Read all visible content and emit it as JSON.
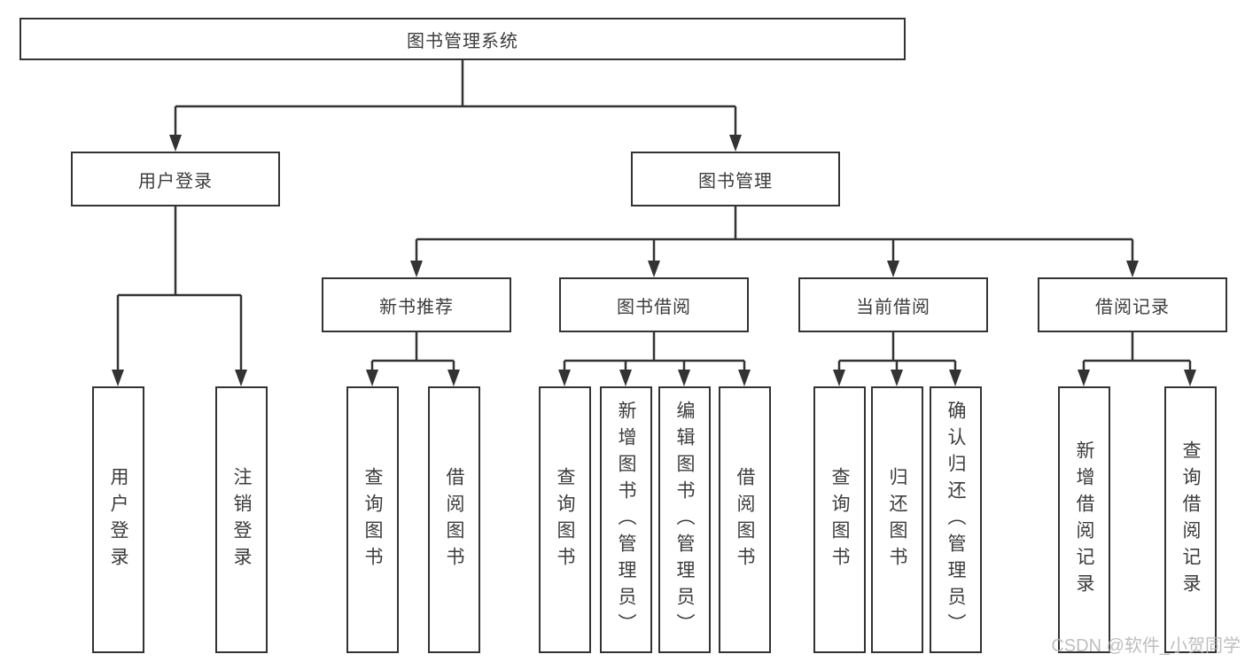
{
  "diagram": {
    "root": {
      "label": "图书管理系统",
      "children": [
        {
          "label": "用户登录",
          "children": [
            {
              "label": "用户登录"
            },
            {
              "label": "注销登录"
            }
          ]
        },
        {
          "label": "图书管理",
          "children": [
            {
              "label": "新书推荐",
              "children": [
                {
                  "label": "查询图书"
                },
                {
                  "label": "借阅图书"
                }
              ]
            },
            {
              "label": "图书借阅",
              "children": [
                {
                  "label": "查询图书"
                },
                {
                  "label": "新增图书（管理员）"
                },
                {
                  "label": "编辑图书（管理员）"
                },
                {
                  "label": "借阅图书"
                }
              ]
            },
            {
              "label": "当前借阅",
              "children": [
                {
                  "label": "查询图书"
                },
                {
                  "label": "归还图书"
                },
                {
                  "label": "确认归还（管理员）"
                }
              ]
            },
            {
              "label": "借阅记录",
              "children": [
                {
                  "label": "新增借阅记录"
                },
                {
                  "label": "查询借阅记录"
                }
              ]
            }
          ]
        }
      ]
    }
  },
  "watermark": {
    "text": "CSDN @软件_小贺同学"
  },
  "colors": {
    "background": "#ffffff",
    "line": "#333333",
    "text": "#3c3c3c",
    "watermark": "#b8b8b8"
  }
}
